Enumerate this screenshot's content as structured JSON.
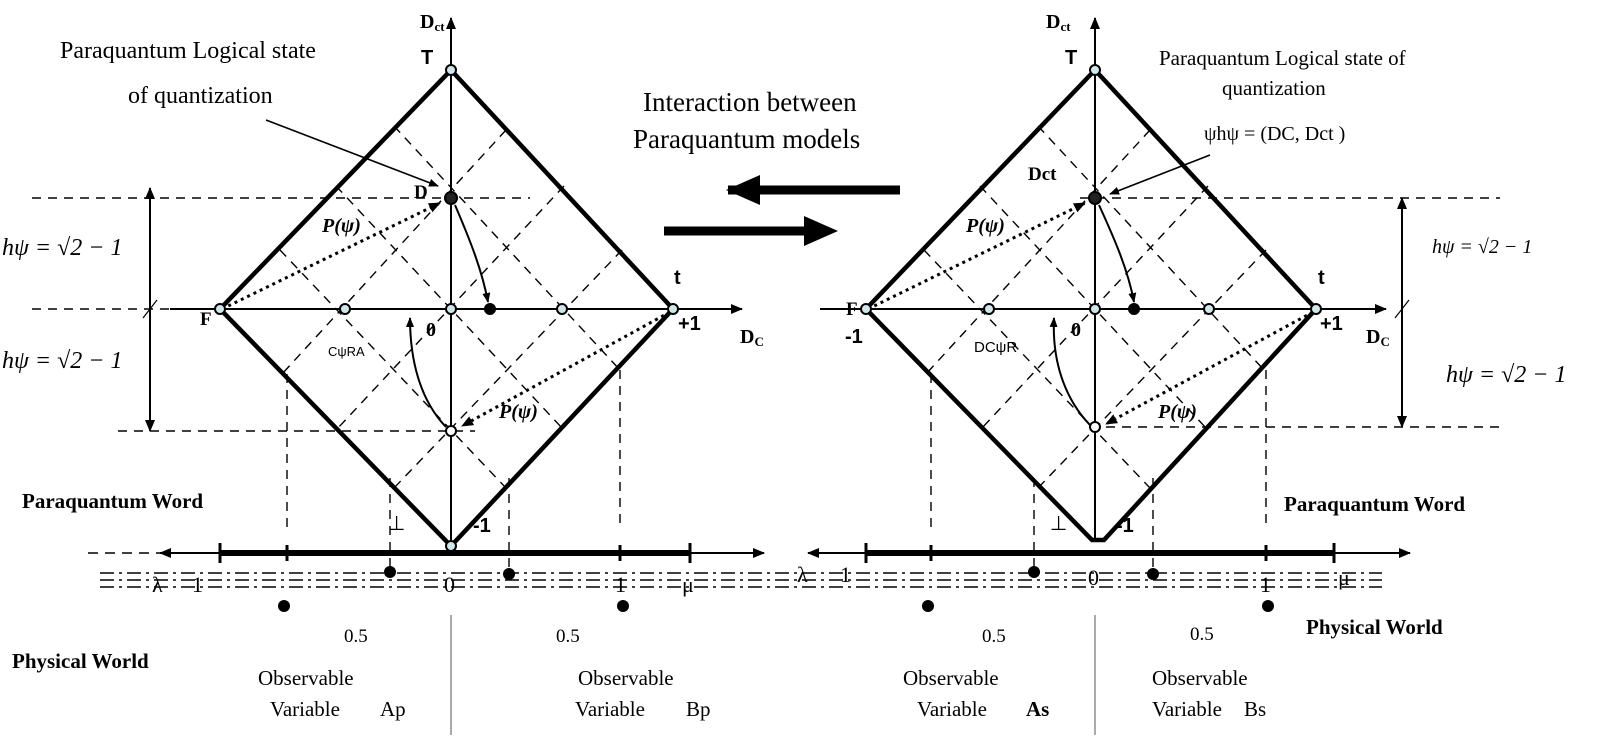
{
  "center": {
    "title_line1": "Interaction between",
    "title_line2": "Paraquantum models"
  },
  "left": {
    "axis_y": "D",
    "axis_y_sub": "ct",
    "axis_x": "D",
    "axis_x_sub": "C",
    "vertex_top": "T",
    "vertex_left": "F",
    "vertex_right": "t",
    "plus_one": "+1",
    "minus_one": "-1",
    "bottom_perp": "⊥",
    "zero": "0",
    "state_label_line1": "Paraquantum Logical state",
    "state_label_line2": "of quantization",
    "upper_point": "D",
    "p_psi": "P(ψ)",
    "crossing_label": "CψRA",
    "h_upper": "hψ = √2 − 1",
    "h_lower": "hψ = √2 − 1",
    "word_label": "Paraquantum Word",
    "world_label": "Physical World",
    "scale_lambda": "λ",
    "scale_one_left": "1",
    "scale_zero": "0",
    "scale_one_right": "1",
    "scale_mu": "μ",
    "half_left": "0.5",
    "half_right": "0.5",
    "obs_a_line1": "Observable",
    "obs_a_line2": "Variable",
    "obs_a_name": "Ap",
    "obs_b_line1": "Observable",
    "obs_b_line2": "Variable",
    "obs_b_name": "Bp"
  },
  "right": {
    "axis_y": "D",
    "axis_y_sub": "ct",
    "axis_x": "D",
    "axis_x_sub": "C",
    "vertex_top": "T",
    "vertex_left": "F",
    "left_value": "-1",
    "vertex_right": "t",
    "plus_one": "+1",
    "minus_one": "-1",
    "bottom_perp": "⊥",
    "zero": "0",
    "state_label_line1": "Paraquantum Logical state of",
    "state_label_line2": "quantization",
    "state_formula": "ψhψ = (DC, Dct )",
    "upper_point": "Dct",
    "p_psi": "P(ψ)",
    "crossing_label": "DCψR",
    "h_upper": "hψ = √2 − 1",
    "h_lower": "hψ = √2 − 1",
    "word_label": "Paraquantum Word",
    "world_label": "Physical World",
    "scale_lambda": "λ",
    "scale_one_left": "1",
    "scale_zero": "0",
    "scale_one_right": "1",
    "scale_mu": "μ",
    "half_left": "0.5",
    "half_right": "0.5",
    "obs_a_line1": "Observable",
    "obs_a_line2": "Variable",
    "obs_a_name": "As",
    "obs_b_line1": "Observable",
    "obs_b_line2": "Variable",
    "obs_b_name": "Bs"
  }
}
